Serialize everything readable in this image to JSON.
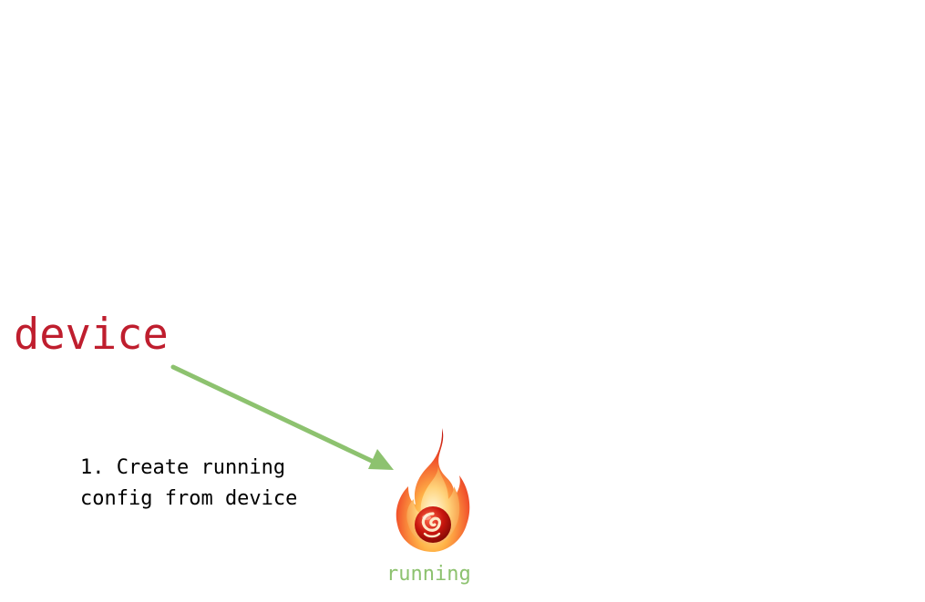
{
  "diagram": {
    "source_node": {
      "label": "device",
      "color": "#bf1e2e"
    },
    "step": {
      "line1": "1. Create running",
      "line2": "config from device"
    },
    "target_node": {
      "label": "running",
      "label_color": "#8dc26f",
      "icon": "flame-icon"
    },
    "arrow": {
      "color": "#8dc26f",
      "from": "device",
      "to": "running"
    }
  }
}
